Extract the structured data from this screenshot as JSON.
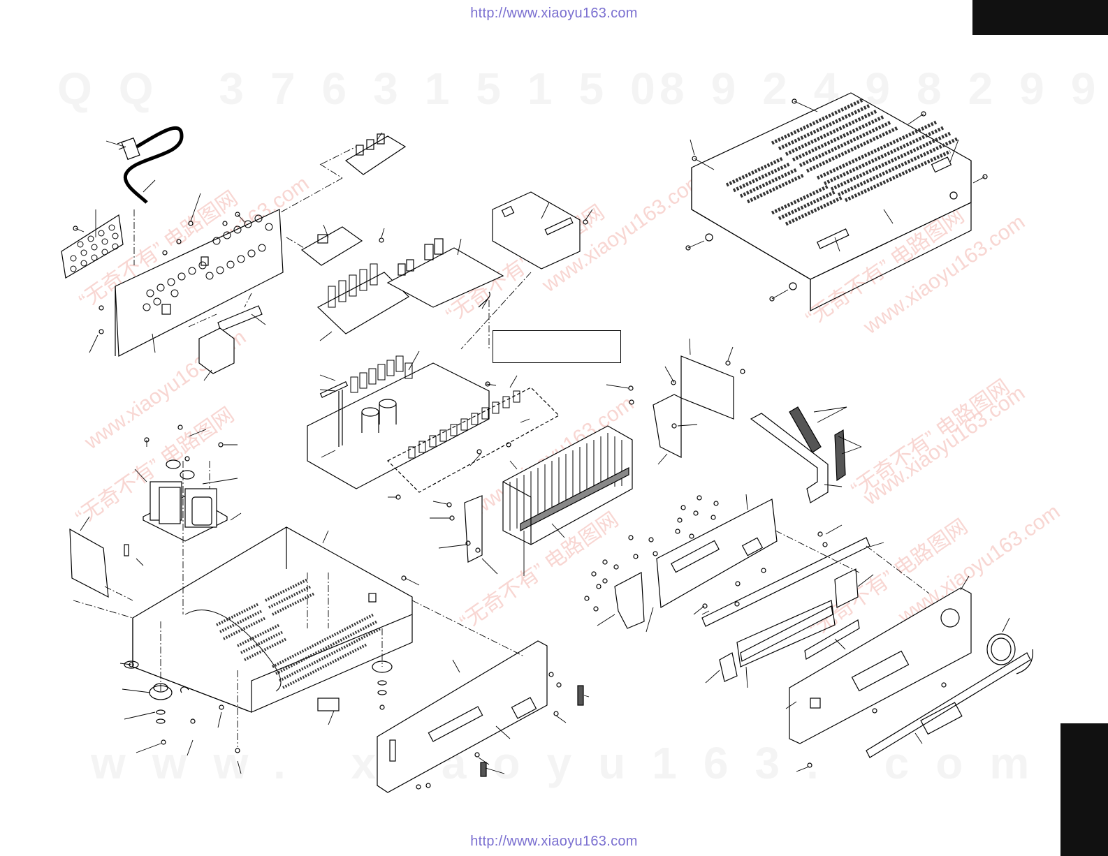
{
  "header": {
    "url_top": "http://www.xiaoyu163.com",
    "url_bottom": "http://www.xiaoyu163.com"
  },
  "watermarks": {
    "qq": "QQ 376315150",
    "number": "892498299",
    "www": "www. xiaoyu163. com",
    "site": "www.xiaoyu163.com",
    "slogan": "“无奇不有” 电路图网"
  },
  "colors": {
    "link": "#7a6fd0",
    "watermark_red": "#f6c9c4",
    "watermark_grey": "#f4f4f4",
    "line": "#000000",
    "tab": "#111111"
  }
}
